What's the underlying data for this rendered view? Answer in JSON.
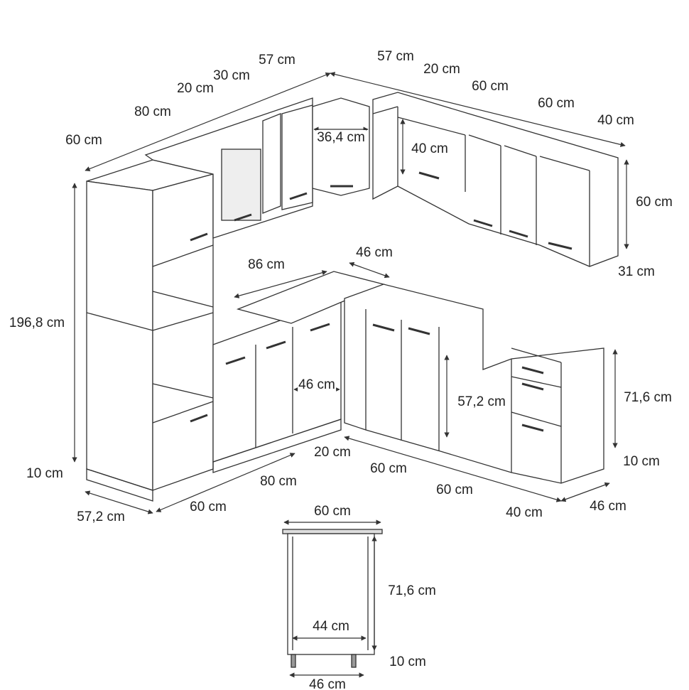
{
  "diagram": {
    "title": "Kitchen set dimensions",
    "upper_dimensions": [
      "57 cm",
      "57 cm",
      "20 cm",
      "60 cm",
      "60 cm",
      "40 cm",
      "30 cm",
      "20 cm",
      "80 cm",
      "60 cm"
    ],
    "upper_inner": {
      "corner_depth": "36,4 cm",
      "shelf_height": "40 cm",
      "height": "60 cm",
      "depth": "31 cm"
    },
    "base_top": {
      "left_run": "86 cm",
      "right_run": "46 cm"
    },
    "tall_height": "196,8 cm",
    "base_inner": {
      "corner_depth": "46 cm",
      "depth": "57,2 cm",
      "height": "71,6 cm",
      "plinth": "10 cm"
    },
    "base_bottom": [
      "20 cm",
      "60 cm",
      "60 cm",
      "80 cm",
      "10 cm",
      "60 cm",
      "57,2 cm",
      "40 cm",
      "46 cm"
    ],
    "side_view": {
      "width": "60 cm",
      "height": "71,6 cm",
      "inner_depth": "44 cm",
      "plinth": "10 cm",
      "depth": "46 cm"
    }
  }
}
